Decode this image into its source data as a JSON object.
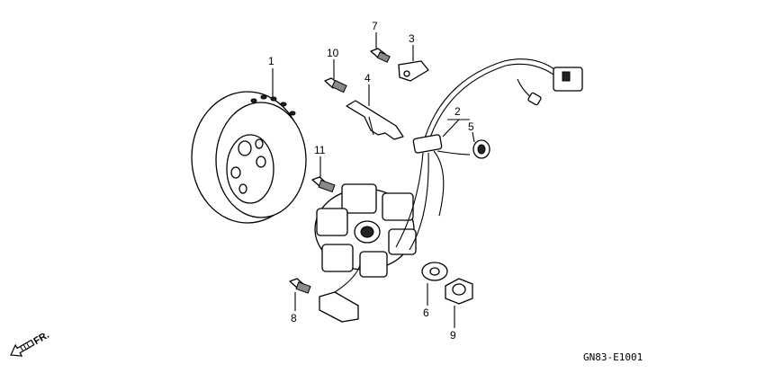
{
  "callouts": [
    {
      "id": "1",
      "label": "1"
    },
    {
      "id": "2",
      "label": "2"
    },
    {
      "id": "3",
      "label": "3"
    },
    {
      "id": "4",
      "label": "4"
    },
    {
      "id": "5",
      "label": "5"
    },
    {
      "id": "6",
      "label": "6"
    },
    {
      "id": "7",
      "label": "7"
    },
    {
      "id": "8",
      "label": "8"
    },
    {
      "id": "9",
      "label": "9"
    },
    {
      "id": "10",
      "label": "10"
    },
    {
      "id": "11",
      "label": "11"
    }
  ],
  "direction": {
    "label": "FR."
  },
  "diagram_code": "GN83-E1001"
}
